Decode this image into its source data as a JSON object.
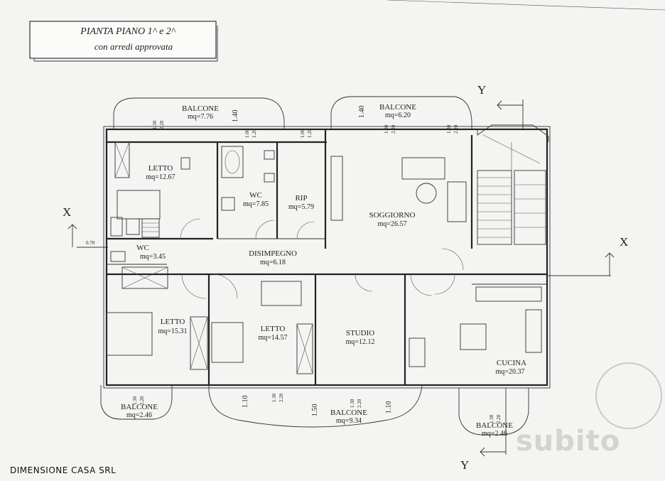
{
  "title": {
    "line1": "PIANTA PIANO 1^ e 2^",
    "line2": "con arredi approvata"
  },
  "company": "DIMENSIONE CASA SRL",
  "watermark": "subito",
  "axes": {
    "x_left": "X",
    "x_right": "X",
    "y_top": "Y",
    "y_bottom": "Y"
  },
  "rooms": [
    {
      "name": "BALCONE",
      "area": "mq=7.76"
    },
    {
      "name": "BALCONE",
      "area": "mq=6.20"
    },
    {
      "name": "LETTO",
      "area": "mq=12.67"
    },
    {
      "name": "WC",
      "area": "mq=7.85"
    },
    {
      "name": "RIP",
      "area": "mq=5.79"
    },
    {
      "name": "SOGGIORNO",
      "area": "mq=26.57"
    },
    {
      "name": "WC",
      "area": "mq=3.45"
    },
    {
      "name": "DISIMPEGNO",
      "area": "mq=6.18"
    },
    {
      "name": "LETTO",
      "area": "mq=15.31"
    },
    {
      "name": "LETTO",
      "area": "mq=14.57"
    },
    {
      "name": "STUDIO",
      "area": "mq=12.12"
    },
    {
      "name": "CUCINA",
      "area": "mq=20.37"
    },
    {
      "name": "BALCONE",
      "area": "mq=2.46"
    },
    {
      "name": "BALCONE",
      "area": "mq=9.34"
    },
    {
      "name": "BALCONE",
      "area": "mq=2.46"
    }
  ],
  "dimensions": {
    "d_140_top_left": "1.40",
    "d_140_top_right": "1.40",
    "d_070": "0.70",
    "d_110_left": "1.10",
    "d_150": "1.50",
    "d_110_right": "1.10",
    "d_130": "1.30",
    "d_220": "2.20",
    "d_100": "1.00",
    "d_120": "1.20"
  }
}
